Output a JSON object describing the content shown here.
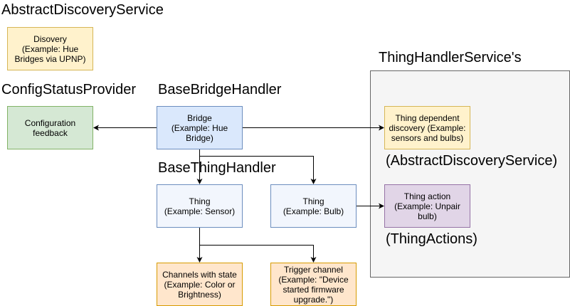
{
  "headings": {
    "abstract_discovery_service": "AbstractDiscoveryService",
    "config_status_provider": "ConfigStatusProvider",
    "base_bridge_handler": "BaseBridgeHandler",
    "base_thing_handler": "BaseThingHandler",
    "thing_handler_services": "ThingHandlerService's",
    "abstract_discovery_service_paren": "(AbstractDiscoveryService)",
    "thing_actions_paren": "(ThingActions)"
  },
  "nodes": {
    "discovery": "Disovery\n(Example: Hue\nBridges via UPNP)",
    "config_feedback": "Configuration\nfeedback",
    "bridge": "Bridge\n(Example: Hue\nBridge)",
    "thing_dependent_discovery": "Thing dependent\ndiscovery (Example:\nsensors and bulbs)",
    "thing_sensor": "Thing\n(Example: Sensor)",
    "thing_bulb": "Thing\n(Example: Bulb)",
    "thing_action": "Thing action\n(Example: Unpair\nbulb)",
    "channels_with_state": "Channels with state\n(Example: Color or\nBrightness)",
    "trigger_channel": "Trigger channel\n(Example: \"Device\nstarted firmware\nupgrade.\")"
  },
  "colors": {
    "yellow_fill": "#fff2cc",
    "green_fill": "#d5e8d4",
    "blue_fill": "#dae8fc",
    "orange_fill": "#ffe6cc",
    "purple_fill": "#e1d5e7",
    "panel_fill": "#f5f5f5",
    "edge": "#000000"
  }
}
